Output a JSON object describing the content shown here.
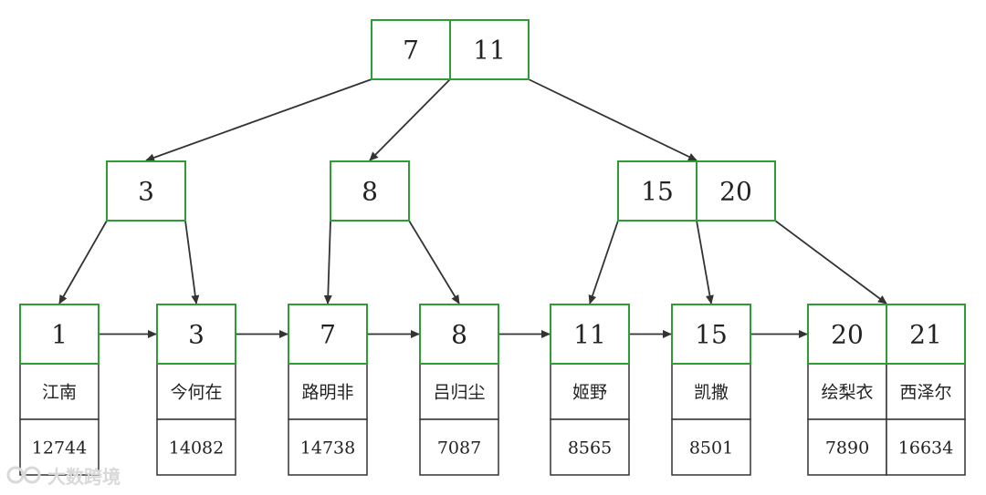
{
  "colors": {
    "node_border": "#2e9e34",
    "record_border": "#333333",
    "edge": "#333333",
    "text": "#222222"
  },
  "internal_nodes": [
    {
      "id": "root",
      "keys": [
        "7",
        "11"
      ]
    },
    {
      "id": "n3",
      "keys": [
        "3"
      ]
    },
    {
      "id": "n8",
      "keys": [
        "8"
      ]
    },
    {
      "id": "n15",
      "keys": [
        "15",
        "20"
      ]
    }
  ],
  "leaf_nodes": [
    {
      "id": "leaf1",
      "cells": [
        {
          "key": "1",
          "name": "江南",
          "value": "12744"
        }
      ]
    },
    {
      "id": "leaf3",
      "cells": [
        {
          "key": "3",
          "name": "今何在",
          "value": "14082"
        }
      ]
    },
    {
      "id": "leaf7",
      "cells": [
        {
          "key": "7",
          "name": "路明非",
          "value": "14738"
        }
      ]
    },
    {
      "id": "leaf8",
      "cells": [
        {
          "key": "8",
          "name": "吕归尘",
          "value": "7087"
        }
      ]
    },
    {
      "id": "leaf11",
      "cells": [
        {
          "key": "11",
          "name": "姬野",
          "value": "8565"
        }
      ]
    },
    {
      "id": "leaf15",
      "cells": [
        {
          "key": "15",
          "name": "凯撒",
          "value": "8501"
        }
      ]
    },
    {
      "id": "leaf20",
      "cells": [
        {
          "key": "20",
          "name": "绘梨衣",
          "value": "7890"
        },
        {
          "key": "21",
          "name": "西泽尔",
          "value": "16634"
        }
      ]
    }
  ],
  "tree_edges": [
    {
      "from": "root",
      "to": "n3"
    },
    {
      "from": "root",
      "to": "n8"
    },
    {
      "from": "root",
      "to": "n15"
    },
    {
      "from": "n3",
      "to": "leaf1"
    },
    {
      "from": "n3",
      "to": "leaf3"
    },
    {
      "from": "n8",
      "to": "leaf7"
    },
    {
      "from": "n8",
      "to": "leaf8"
    },
    {
      "from": "n15",
      "to": "leaf11"
    },
    {
      "from": "n15",
      "to": "leaf15"
    },
    {
      "from": "n15",
      "to": "leaf20"
    }
  ],
  "leaf_links": [
    {
      "from": "leaf1",
      "to": "leaf3"
    },
    {
      "from": "leaf3",
      "to": "leaf7"
    },
    {
      "from": "leaf7",
      "to": "leaf8"
    },
    {
      "from": "leaf8",
      "to": "leaf11"
    },
    {
      "from": "leaf11",
      "to": "leaf15"
    },
    {
      "from": "leaf15",
      "to": "leaf20"
    }
  ],
  "watermark": {
    "text": "大数跨境",
    "icon": "brand-logo-icon"
  }
}
